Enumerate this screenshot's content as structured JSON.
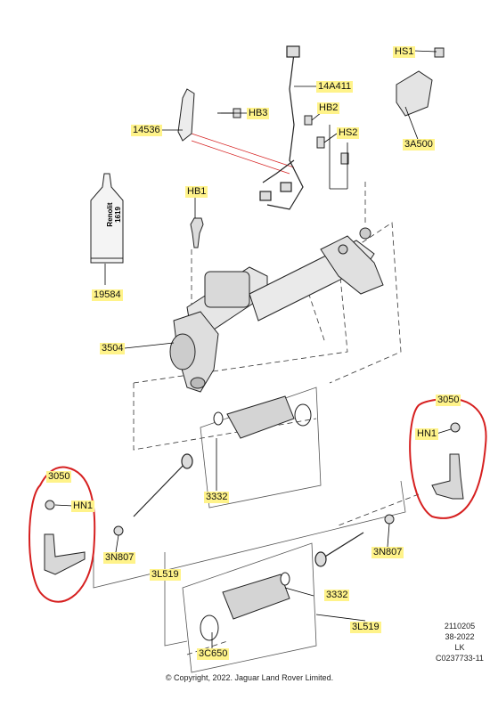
{
  "callouts": {
    "hs1": "HS1",
    "hs2": "HS2",
    "hb1": "HB1",
    "hb2": "HB2",
    "hb3": "HB3",
    "n14a411": "14A411",
    "n14536": "14536",
    "n3a500": "3A500",
    "n19584": "19584",
    "n3504": "3504",
    "n3332_upper": "3332",
    "n3332_lower": "3332",
    "n3050_left": "3050",
    "n3050_right": "3050",
    "hn1_left": "HN1",
    "hn1_right": "HN1",
    "n3n807_left": "3N807",
    "n3n807_right": "3N807",
    "n3l519_left": "3L519",
    "n3l519_right": "3L519",
    "n3c650": "3C650"
  },
  "tube_text": "Renolit 1619",
  "info_block": [
    "2110205",
    "38-2022",
    "LK",
    "C0237733-11"
  ],
  "copyright": "© Copyright, 2022. Jaguar Land Rover Limited.",
  "colors": {
    "callout_highlight": "#fff38a",
    "circle_annotation": "#d62020",
    "leader_line": "#000000",
    "dash_line": "#333333"
  }
}
